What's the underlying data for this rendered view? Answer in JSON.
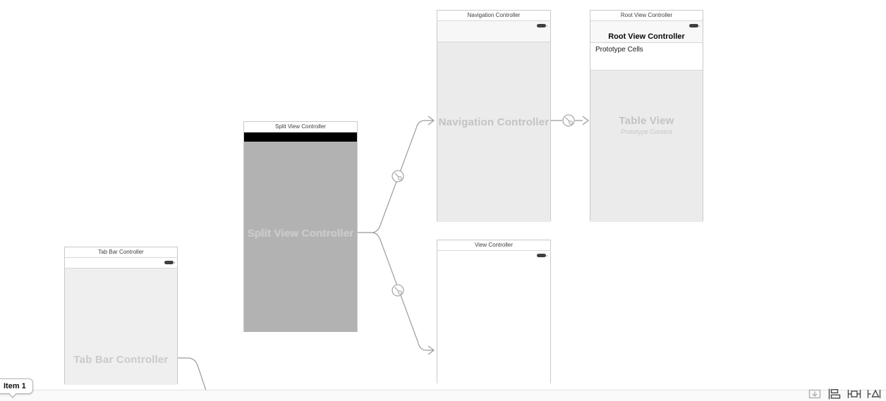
{
  "app": "Xcode Interface Builder Storyboard",
  "scenes": {
    "split_view_controller": {
      "title": "Split View Controller",
      "placeholder": "Split View Controller"
    },
    "navigation_controller": {
      "title": "Navigation Controller",
      "placeholder": "Navigation Controller"
    },
    "root_view_controller": {
      "title": "Root View Controller",
      "nav_bar_title": "Root View Controller",
      "prototype_cells_label": "Prototype Cells",
      "placeholder_title": "Table View",
      "placeholder_subtitle": "Prototype Content"
    },
    "view_controller": {
      "title": "View Controller"
    },
    "tab_bar_controller": {
      "title": "Tab Bar Controller",
      "placeholder": "Tab Bar Controller"
    }
  },
  "tab_item_callout": {
    "label": "Item 1"
  },
  "icons": {
    "status_bar": "battery-icon",
    "segue": "relationship-segue-icon",
    "bottom_toolbar": [
      "embed-in-stack-icon",
      "align-icon",
      "add-new-constraints-icon",
      "resolve-auto-layout-issues-icon"
    ]
  },
  "colors": {
    "canvas_bg": "#ffffff",
    "scene_border": "#c9c9c9",
    "scene_title_text": "#404040",
    "placeholder_text": "#c3c3c3",
    "nav_bar_bg": "#f7f7f7",
    "table_bg": "#ebebeb",
    "split_body_bg": "#b2b2b2",
    "tab_body_bg": "#efefef",
    "black_bar": "#000000",
    "connection_line": "#9b9b9b",
    "battery": "#3f3f3f",
    "bottom_bar_bg": "#fafafa",
    "bottom_bar_divider": "#e3e3e3",
    "toolbar_icon": "#4a4a4a",
    "toolbar_icon_disabled": "#b0b0b0"
  }
}
